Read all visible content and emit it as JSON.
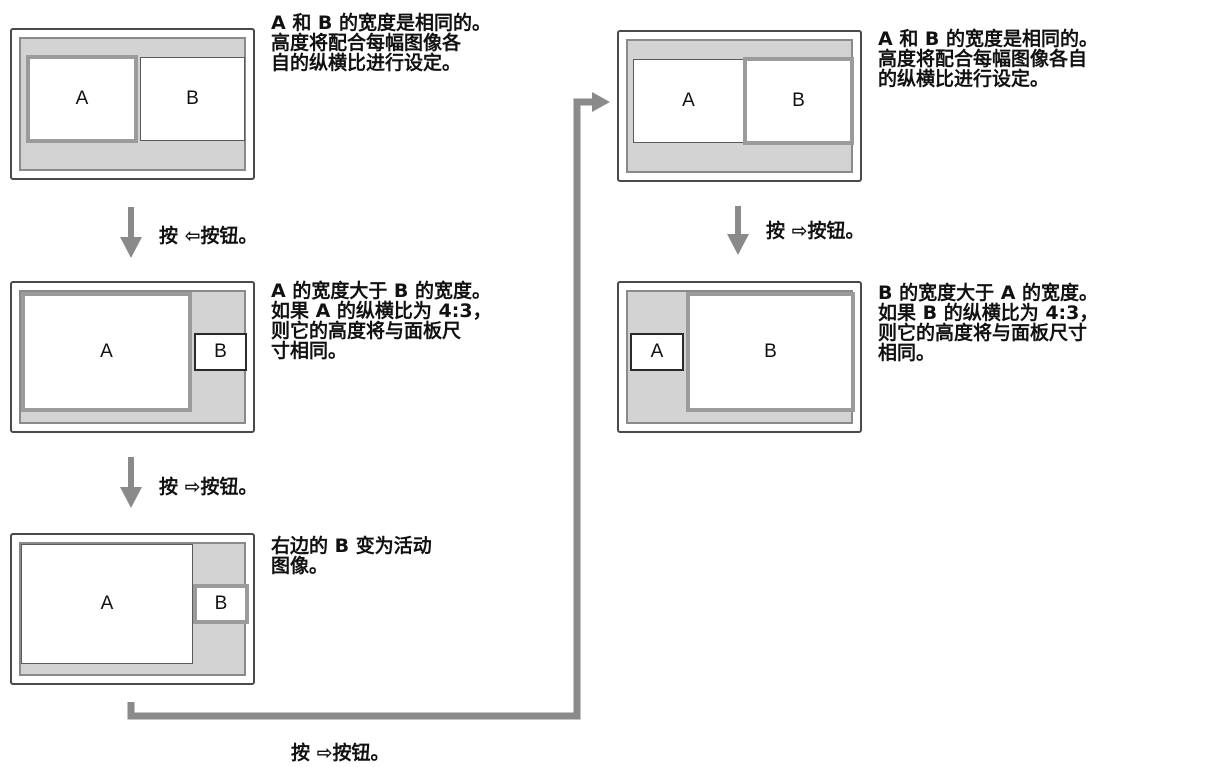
{
  "notes": {
    "panel1": "A 和 B 的宽度是相同的。\n高度将配合每幅图像各\n自的纵横比进行设定。",
    "panel2": "A 的宽度大于 B 的宽度。\n如果 A 的纵横比为 4:3，\n则它的高度将与面板尺\n寸相同。",
    "panel3": "右边的 B 变为活动\n图像。",
    "panel4": "A 和 B 的宽度是相同的。\n高度将配合每幅图像各自\n的纵横比进行设定。",
    "panel5": "B 的宽度大于 A 的宽度。\n如果 B 的纵横比为 4:3，\n则它的高度将与面板尺寸\n相同。"
  },
  "steps": {
    "step1": "按 ⇦按钮。",
    "step2": "按 ⇨按钮。",
    "step3": "按 ⇨按钮。",
    "step4": "按 ⇨按钮。"
  },
  "labels": {
    "a": "A",
    "b": "B"
  }
}
